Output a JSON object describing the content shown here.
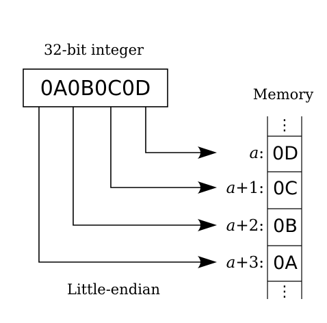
{
  "integer_label": "32-bit integer",
  "integer_value": "0A0B0C0D",
  "memory_label": "Memory",
  "footer_label": "Little-endian",
  "ellipsis": "⋮",
  "bytes": [
    {
      "value": "0D",
      "address_var": "a",
      "address_offset": "",
      "colon": ":"
    },
    {
      "value": "0C",
      "address_var": "a",
      "address_offset": "+1",
      "colon": ":"
    },
    {
      "value": "0B",
      "address_var": "a",
      "address_offset": "+2",
      "colon": ":"
    },
    {
      "value": "0A",
      "address_var": "a",
      "address_offset": "+3",
      "colon": ":"
    }
  ],
  "colors": {
    "stroke": "#000000",
    "background": "#ffffff"
  }
}
